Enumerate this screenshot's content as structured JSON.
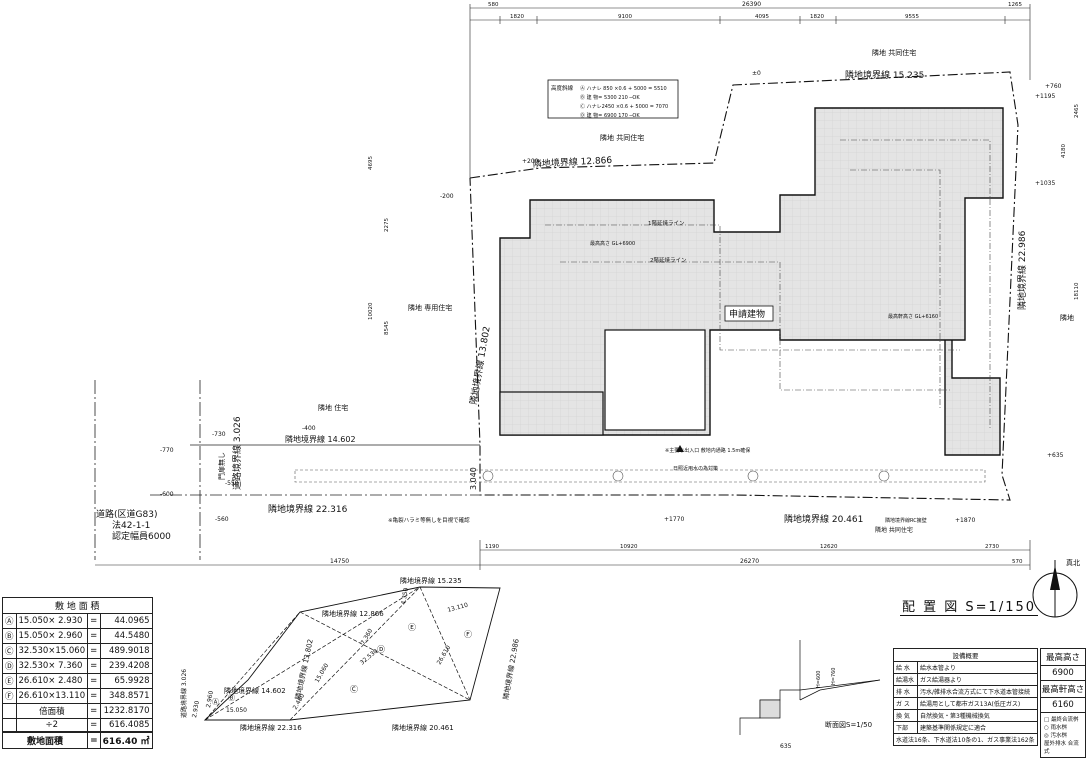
{
  "plan_title": "配 置 図  S=1/150",
  "building_label": "申請建物",
  "north_label": "真北",
  "road": {
    "name": "道路(区道G83)",
    "law": "法42-1-1",
    "width": "認定幅員6000",
    "note_side": "道路境界線",
    "side_setback": "門扉無し"
  },
  "boundaries": {
    "north": "隣地境界線 15.235",
    "north_west": "隣地境界線 12.866",
    "west": "隣地境界線 13.802",
    "east": "隣地境界線 22.986",
    "south_west_short": "隣地境界線 14.602",
    "south_mid": "隣地境界線 22.316",
    "south_east": "隣地境界線 20.461",
    "road_edge": "道路境界線 3.026",
    "road_edge_short": "3.040"
  },
  "neighbors": {
    "north": "隣地\n共同住宅",
    "north_west": "隣地\n共同住宅",
    "west": "隣地\n専用住宅",
    "south_west": "隣地\n住宅",
    "east": "隣地",
    "south_east": "隣地\n共同住宅"
  },
  "heights_legend": {
    "title": "高度斜線",
    "a": "Ⓐ ハナレ 850 ×0.6 + 5000 = 5510",
    "b": "Ⓑ 建 物= 5300        210 ─OK",
    "c": "Ⓒ ハナレ2450 ×0.6 + 5000 = 7070",
    "d": "Ⓓ 建 物= 6900        170 ─OK"
  },
  "top_dims": {
    "overall": "26390",
    "d1": "580",
    "d2": "1820",
    "d3": "9100",
    "d4": "4095",
    "d5": "1820",
    "d6": "9555",
    "d7": "1265"
  },
  "bottom_dims": {
    "overall": "26270",
    "left": "14750",
    "d1": "1190",
    "d2": "10920",
    "d3": "12620",
    "d4": "2730",
    "d5": "570"
  },
  "side_dims": {
    "left_a": "4695",
    "left_b": "10020",
    "left_c": "8545",
    "left_d": "2275",
    "right_a": "2465",
    "right_b": "4180",
    "right_c": "18110"
  },
  "level_marks": [
    "±0",
    "+200",
    "-200",
    "+760",
    "-550",
    "+1770",
    "+1870",
    "-400",
    "-730",
    "-770",
    "-600",
    "-560",
    "+1195",
    "+1035",
    "+635"
  ],
  "annotations": [
    "1階延焼ライン",
    "2階延焼ライン",
    "最高軒高さ GL+6160",
    "最高高さ GL+6900",
    "※主要な出入口 敷地内通路 1.5m確保",
    "※亀裂ハラミ等無しを目視で確認",
    "日照近用水の為対策",
    "隣地境界線RC擁壁"
  ],
  "section_label": "断面図S=1/50",
  "section_dims": [
    "635",
    "H=600",
    "H=760"
  ],
  "area_table": {
    "title": "敷 地 面 積",
    "rows": [
      {
        "label": "Ⓐ",
        "expr": "15.050× 2.930",
        "eq": "=",
        "value": "44.0965"
      },
      {
        "label": "Ⓑ",
        "expr": "15.050× 2.960",
        "eq": "=",
        "value": "44.5480"
      },
      {
        "label": "Ⓒ",
        "expr": "32.530×15.060",
        "eq": "=",
        "value": "489.9018"
      },
      {
        "label": "Ⓓ",
        "expr": "32.530× 7.360",
        "eq": "=",
        "value": "239.4208"
      },
      {
        "label": "Ⓔ",
        "expr": "26.610× 2.480",
        "eq": "=",
        "value": "65.9928"
      },
      {
        "label": "Ⓕ",
        "expr": "26.610×13.110",
        "eq": "=",
        "value": "348.8571"
      }
    ],
    "double_label": "倍面積",
    "double_eq": "=",
    "double_value": "1232.8170",
    "half_label": "÷2",
    "half_eq": "=",
    "half_value": "616.4085",
    "total_label": "敷地面積",
    "total_eq": "=",
    "total_value": "616.40 ㎡"
  },
  "triangle_diagram": {
    "north": "隣地境界線 15.235",
    "north_west": "隣地境界線 12.866",
    "west": "隣地境界線 13.802",
    "east": "隣地境界線 22.986",
    "south_west": "隣地境界線 14.602",
    "south_mid": "隣地境界線 22.316",
    "south_east": "隣地境界線 20.461",
    "road": "道路境界線 3.026",
    "d1": "15.050",
    "d2": "15.060",
    "d3": "32.530",
    "d4": "7.360",
    "d5": "26.610",
    "d6": "13.110",
    "d7": "4.350",
    "d8": "2.480",
    "d9": "2.930",
    "d10": "2.960",
    "letters": [
      "Ⓐ",
      "Ⓑ",
      "Ⓒ",
      "Ⓓ",
      "Ⓔ",
      "Ⓕ"
    ]
  },
  "equipment_table": {
    "title": "設備概要",
    "rows": [
      {
        "k": "給 水",
        "v": "給水本管より"
      },
      {
        "k": "給湯水",
        "v": "ガス給湯器より"
      },
      {
        "k": "排 水",
        "v": "汚水/雑排水合流方式にて下水道本管接続"
      },
      {
        "k": "ガ ス",
        "v": "給湯用として都市ガス13A(低圧ガス)"
      },
      {
        "k": "換 気",
        "v": "自然換気・第3種機械換気"
      },
      {
        "k": "下部",
        "v": "建築基準関係規定に適合"
      },
      {
        "k": "",
        "v": "水道法16条、下水道法10条の1、ガス事業法162条"
      }
    ]
  },
  "heights_box": {
    "max_height_label": "最高高さ",
    "max_height": "6900",
    "max_eaves_label": "最高軒高さ",
    "max_eaves": "6160",
    "legend": [
      "□ 最終合流桝",
      "○ 雨水桝",
      "◎ 汚水桝",
      "屋外排水 合流式"
    ]
  }
}
